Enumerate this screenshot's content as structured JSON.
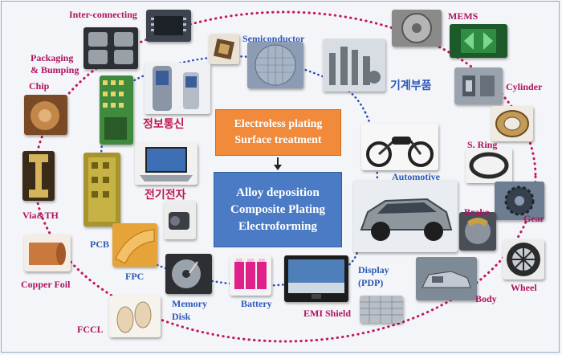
{
  "center": {
    "top_box": {
      "line1": "Electroless plating",
      "line2": "Surface treatment"
    },
    "bottom_box": {
      "line1": "Alloy deposition",
      "line2": "Composite Plating",
      "line3": "Electroforming"
    }
  },
  "labels": {
    "inter_connecting": "Inter-connecting",
    "packaging_bumping_1": "Packaging",
    "packaging_bumping_2": "& Bumping",
    "chip": "Chip",
    "via_th": "Via&TH",
    "copper_foil": "Copper Foil",
    "fccl": "FCCL",
    "pcb": "PCB",
    "fpc": "FPC",
    "memory_disk_1": "Memory",
    "memory_disk_2": "Disk",
    "battery": "Battery",
    "emi_shield": "EMI Shield",
    "display_1": "Display",
    "display_2": "(PDP)",
    "body": "Body",
    "wheel": "Wheel",
    "gear": "Gear",
    "brake": "Brake",
    "s_ring": "S. Ring",
    "cylinder": "Cylinder",
    "mems": "MEMS",
    "semiconductor": "Semiconductor",
    "automotive": "Automotive",
    "machine_parts_ko": "기계부품",
    "info_comm_ko": "정보통신",
    "electronics_ko": "전기전자"
  },
  "colors": {
    "label_red": "#b0135f",
    "label_blue": "#2b59b8",
    "orange_box": "#f18a3a",
    "blue_box": "#4a7bc4",
    "outer_dotted_circle": "#c2185b",
    "inner_dotted_link": "#2e4fb3"
  }
}
